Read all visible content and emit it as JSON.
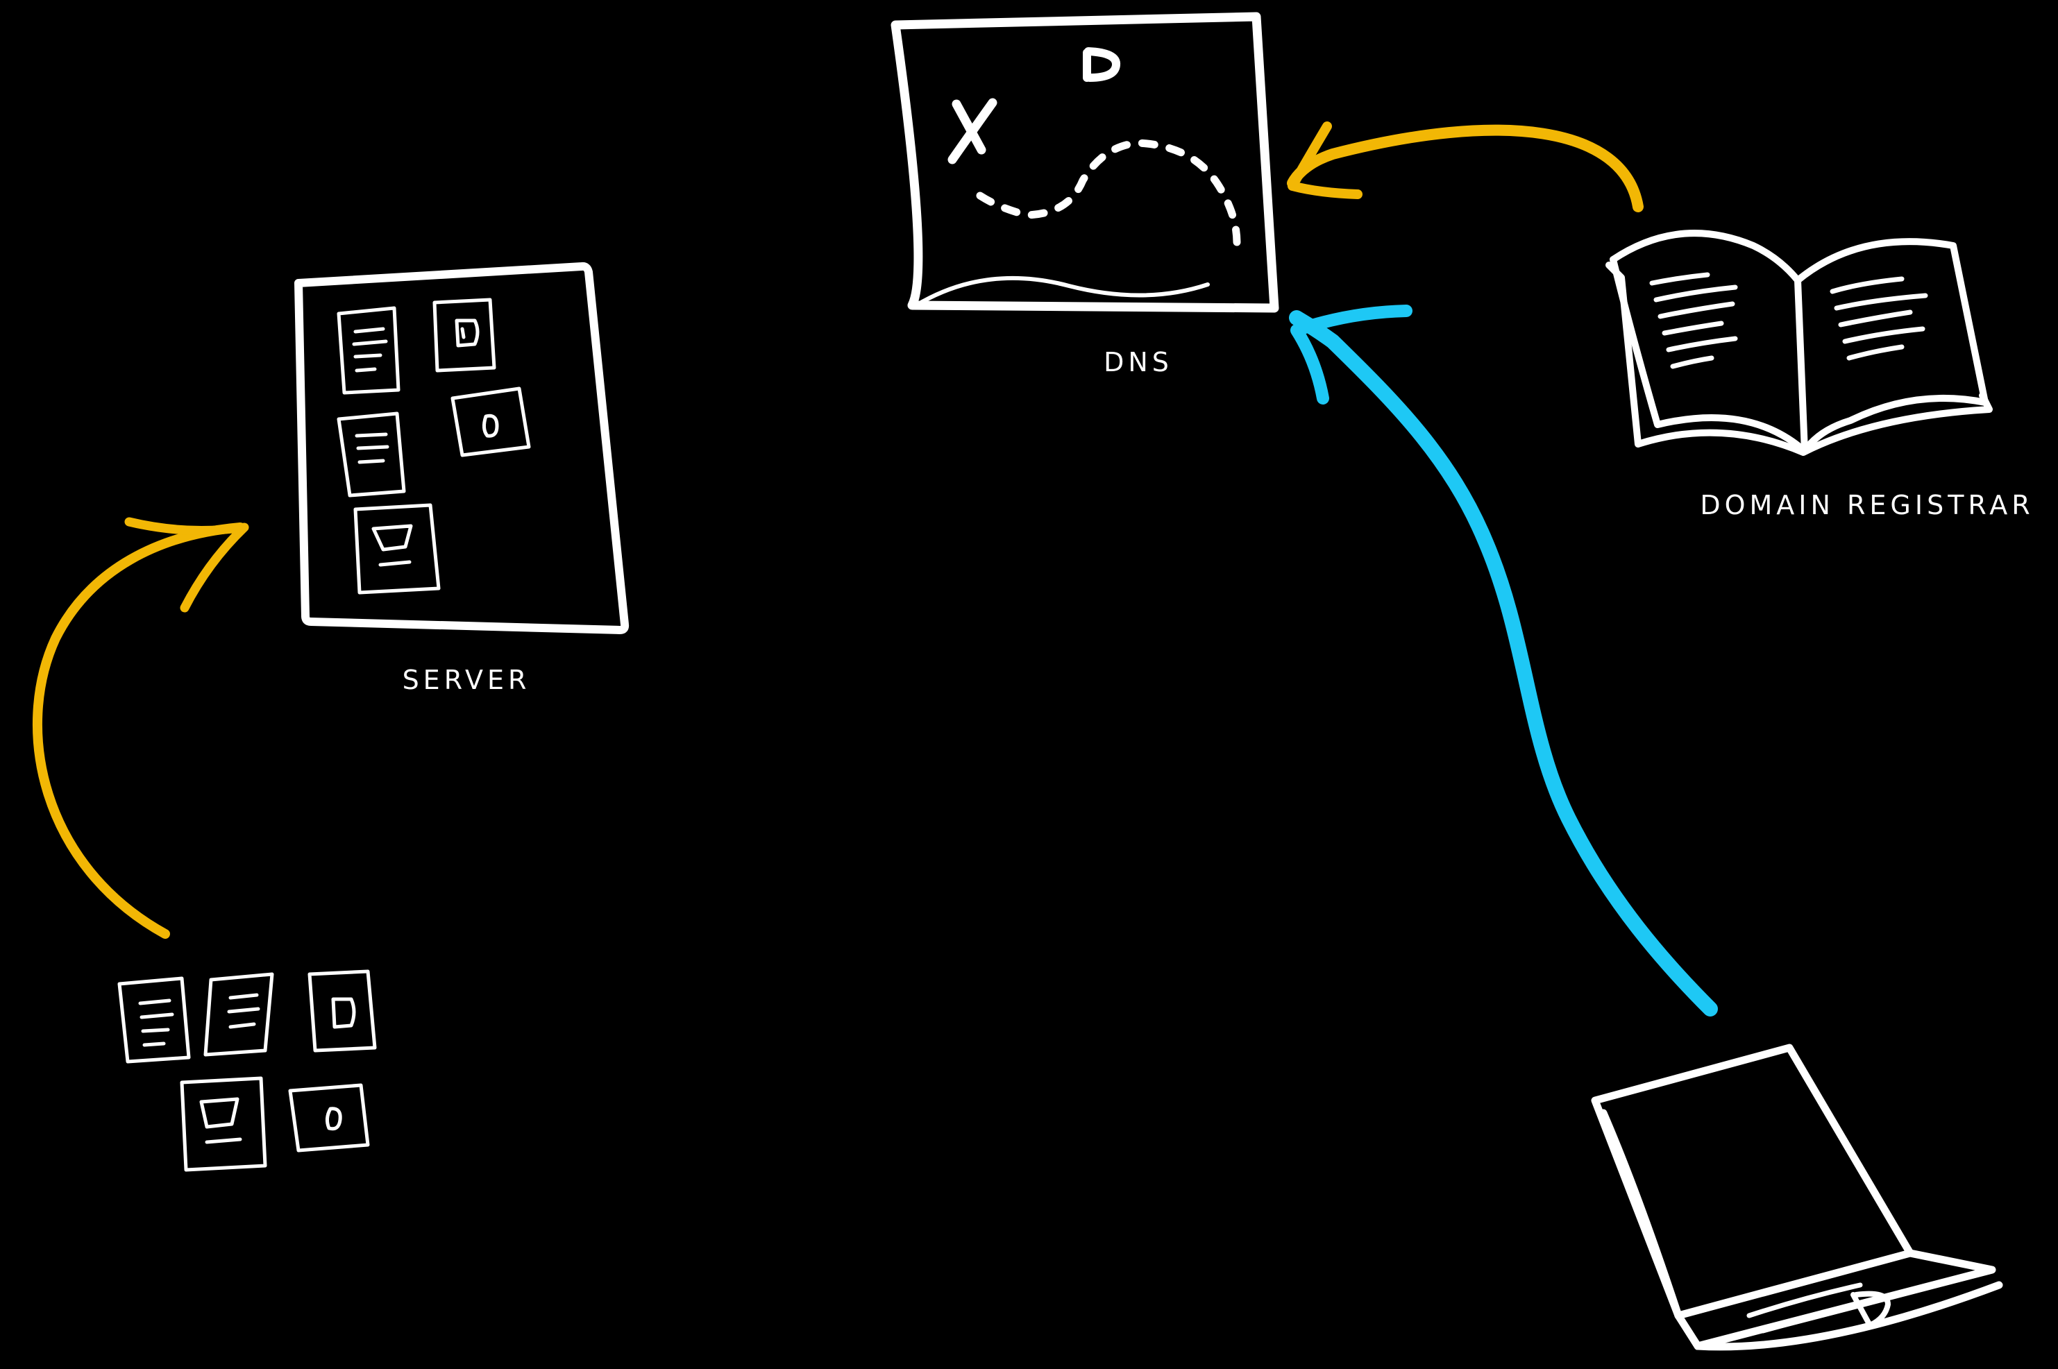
{
  "labels": {
    "server": "SERVER",
    "dns": "DNS",
    "registrar": "DOMAIN REGISTRAR"
  },
  "colors": {
    "background": "#000000",
    "ink": "#ffffff",
    "upload_arrow": "#f2b705",
    "registrar_arrow": "#f2b705",
    "lookup_arrow": "#1ec8f5"
  },
  "icons": {
    "files": "loose-files-icon",
    "server": "server-icon",
    "dns": "treasure-map-icon",
    "registrar": "open-book-icon",
    "laptop": "laptop-icon"
  }
}
